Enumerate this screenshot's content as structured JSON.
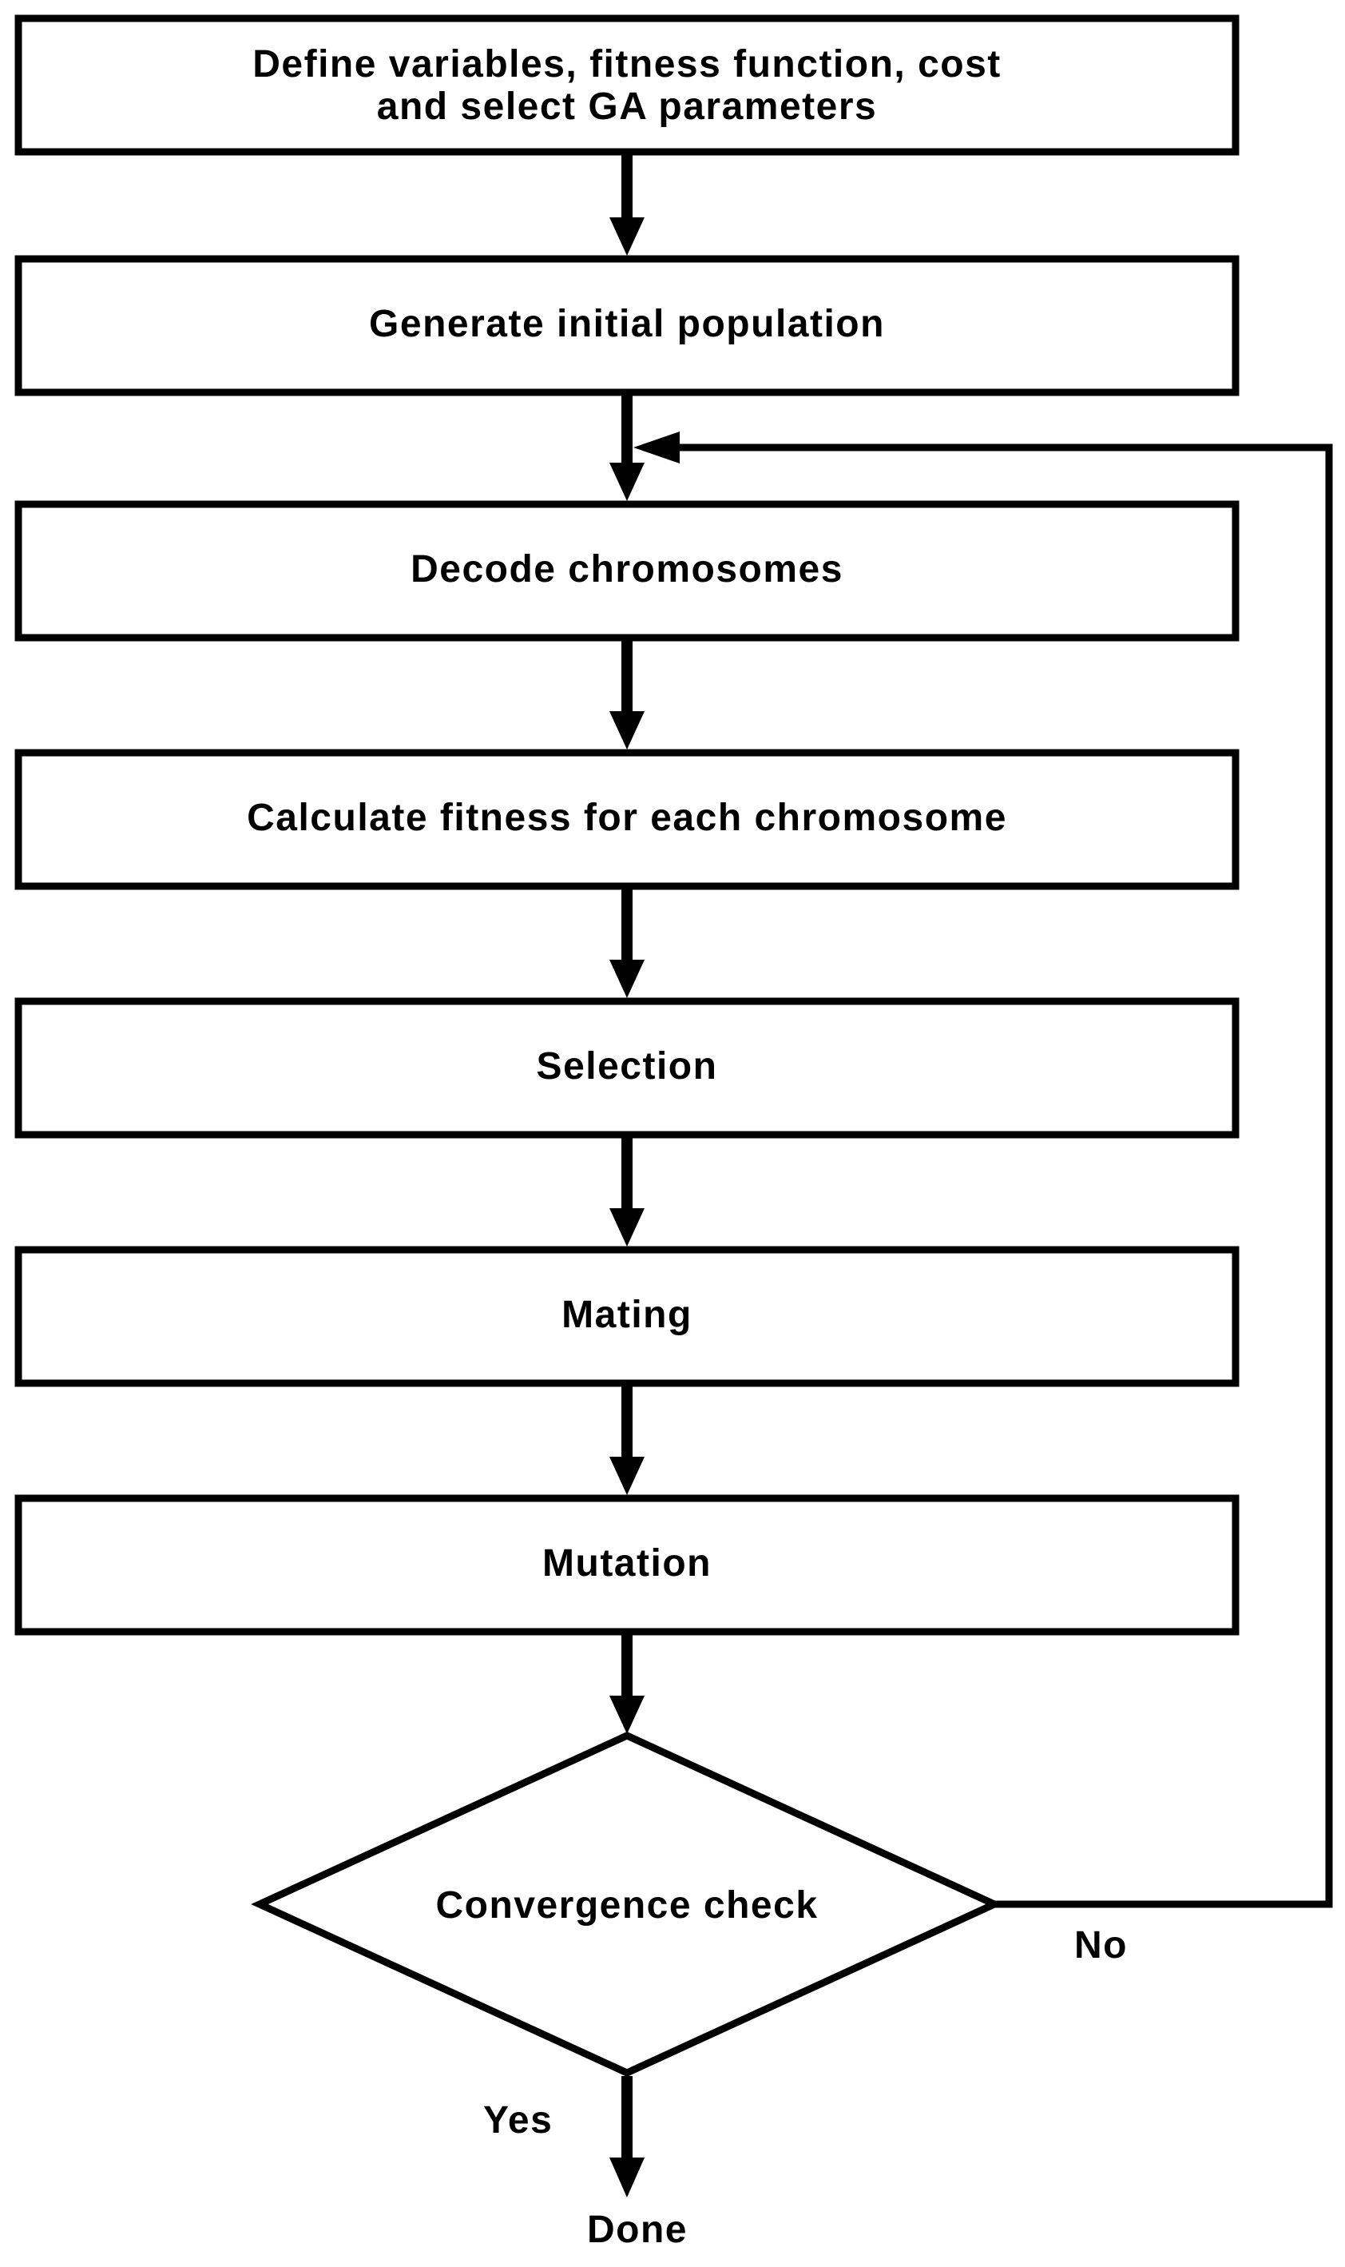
{
  "diagram": {
    "steps": [
      {
        "id": "define",
        "lines": [
          "Define variables, fitness function, cost",
          "and select GA parameters"
        ]
      },
      {
        "id": "generate",
        "lines": [
          "Generate initial population"
        ]
      },
      {
        "id": "decode",
        "lines": [
          "Decode chromosomes"
        ]
      },
      {
        "id": "fitness",
        "lines": [
          "Calculate fitness for each chromosome"
        ]
      },
      {
        "id": "selection",
        "lines": [
          "Selection"
        ]
      },
      {
        "id": "mating",
        "lines": [
          "Mating"
        ]
      },
      {
        "id": "mutation",
        "lines": [
          "Mutation"
        ]
      }
    ],
    "decision": {
      "label": "Convergence check"
    },
    "no_label": "No",
    "yes_label": "Yes",
    "end_label": "Done"
  },
  "colors": {
    "stroke": "#000000",
    "fill": "#ffffff"
  }
}
